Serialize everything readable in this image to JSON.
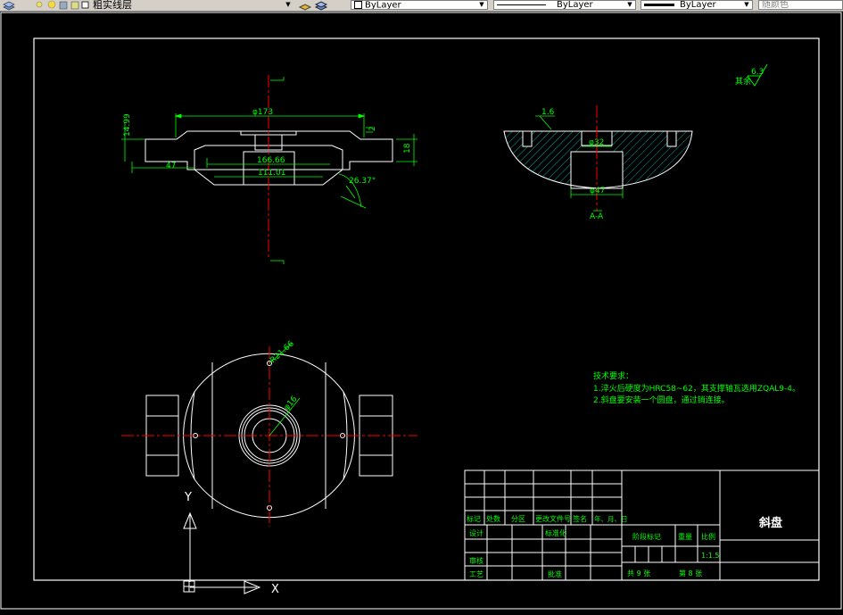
{
  "toolbar": {
    "layer_name": "粗实线层",
    "color_label": "ByLayer",
    "linetype_label": "ByLayer",
    "lineweight_label": "ByLayer",
    "plotstyle_label": "随颜色"
  },
  "colors": {
    "background": "#000000",
    "geometry": "#ffffff",
    "centerline": "#ff0000",
    "dimension": "#00ff00",
    "hatch": "#00a0a0",
    "annotation": "#00ff00"
  },
  "drawing": {
    "front_view": {
      "dim_width": "φ173",
      "dim_left": "47",
      "dim_inner1": "166.66",
      "dim_inner2": "111.01",
      "dim_height_left": "14.99",
      "dim_height_right": "18",
      "dim_small": "2",
      "dim_angle": "26.37°"
    },
    "section_view": {
      "dim_chamfer": "1.6",
      "dim_inner": "φ32",
      "dim_outer": "φ47",
      "section_label": "A-A"
    },
    "top_view": {
      "dim_radius": "R21.66",
      "dim_hole": "φ16"
    },
    "roughness": {
      "label": "其余",
      "value": "6.3"
    },
    "notes": [
      "技术要求：",
      "1.淬火后硬度为HRC58~62，其支撑轴瓦选用ZQAL9-4。",
      "2.斜盘要安装一个圆盘，通过销连接。"
    ],
    "ucs": {
      "x_label": "X",
      "y_label": "Y"
    }
  },
  "title_block": {
    "part_name": "斜盘",
    "header_row": [
      "标记",
      "处数",
      "分区",
      "更改文件号",
      "签名",
      "年、月、日"
    ],
    "design": "设计",
    "standardization": "标准化",
    "review": "审核",
    "process": "工艺",
    "approve": "批准",
    "stage_mark": "阶段标记",
    "weight": "重量",
    "scale_label": "比例",
    "scale_value": "1:1.5",
    "sheets": "共 9 张",
    "sheet_no": "第 8 张"
  }
}
